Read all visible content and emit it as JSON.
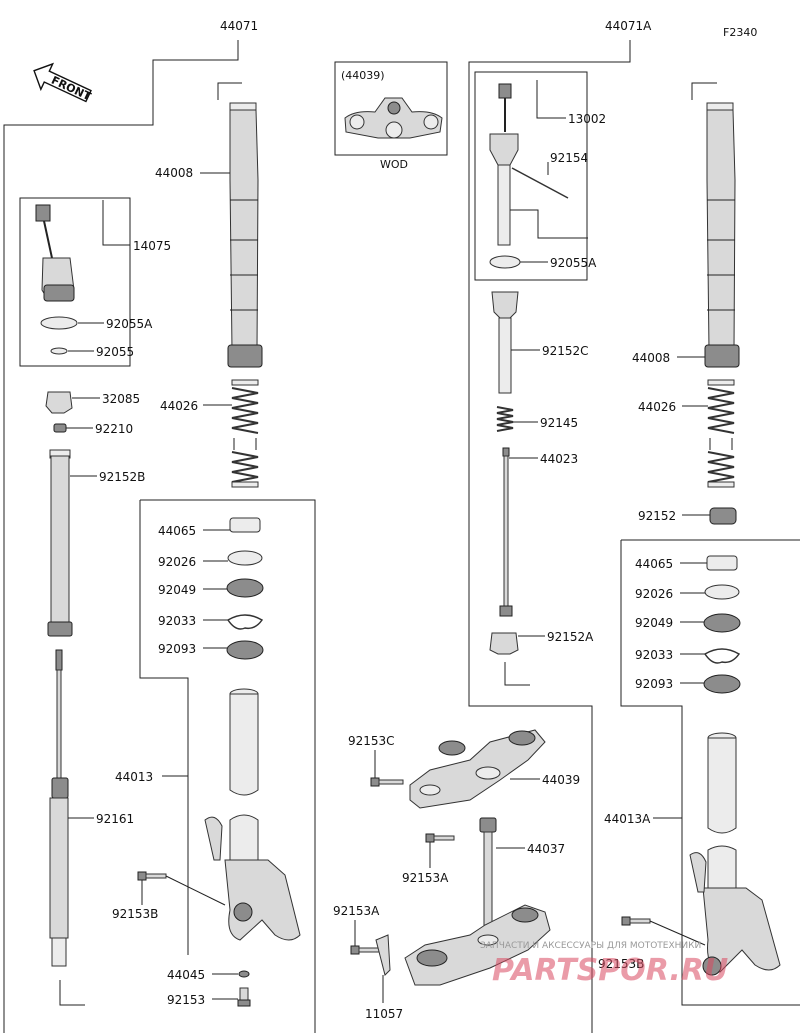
{
  "figure_code": "F2340",
  "front_label": "FRONT",
  "assemblies": {
    "left": "44071",
    "right": "44071A"
  },
  "inset": {
    "code": "(44039)",
    "note": "WOD"
  },
  "parts": {
    "p44008": "44008",
    "p14075": "14075",
    "p92055A": "92055A",
    "p92055": "92055",
    "p32085": "32085",
    "p92210": "92210",
    "p92152B": "92152B",
    "p44026": "44026",
    "p44065": "44065",
    "p92026": "92026",
    "p92049": "92049",
    "p92033": "92033",
    "p92093": "92093",
    "p44013": "44013",
    "p92161": "92161",
    "p92153B": "92153B",
    "p44045": "44045",
    "p92153": "92153",
    "r13002": "13002",
    "r92154": "92154",
    "r92055A": "92055A",
    "r92152C": "92152C",
    "r92145": "92145",
    "r44023": "44023",
    "r92152A": "92152A",
    "r44008": "44008",
    "r44026": "44026",
    "r92152": "92152",
    "r44065": "44065",
    "r92026": "92026",
    "r92049": "92049",
    "r92033": "92033",
    "r92093": "92093",
    "r44013A": "44013A",
    "r92153B": "92153B",
    "c92153C": "92153C",
    "c44039": "44039",
    "c44037": "44037",
    "c92153A_1": "92153A",
    "c92153A_2": "92153A",
    "c11057": "11057"
  },
  "watermark": {
    "top": "ЗАПЧАСТИ И АКСЕССУАРЫ ДЛЯ МОТОТЕХНИКИ",
    "brand": "PARTSPOR.RU"
  }
}
